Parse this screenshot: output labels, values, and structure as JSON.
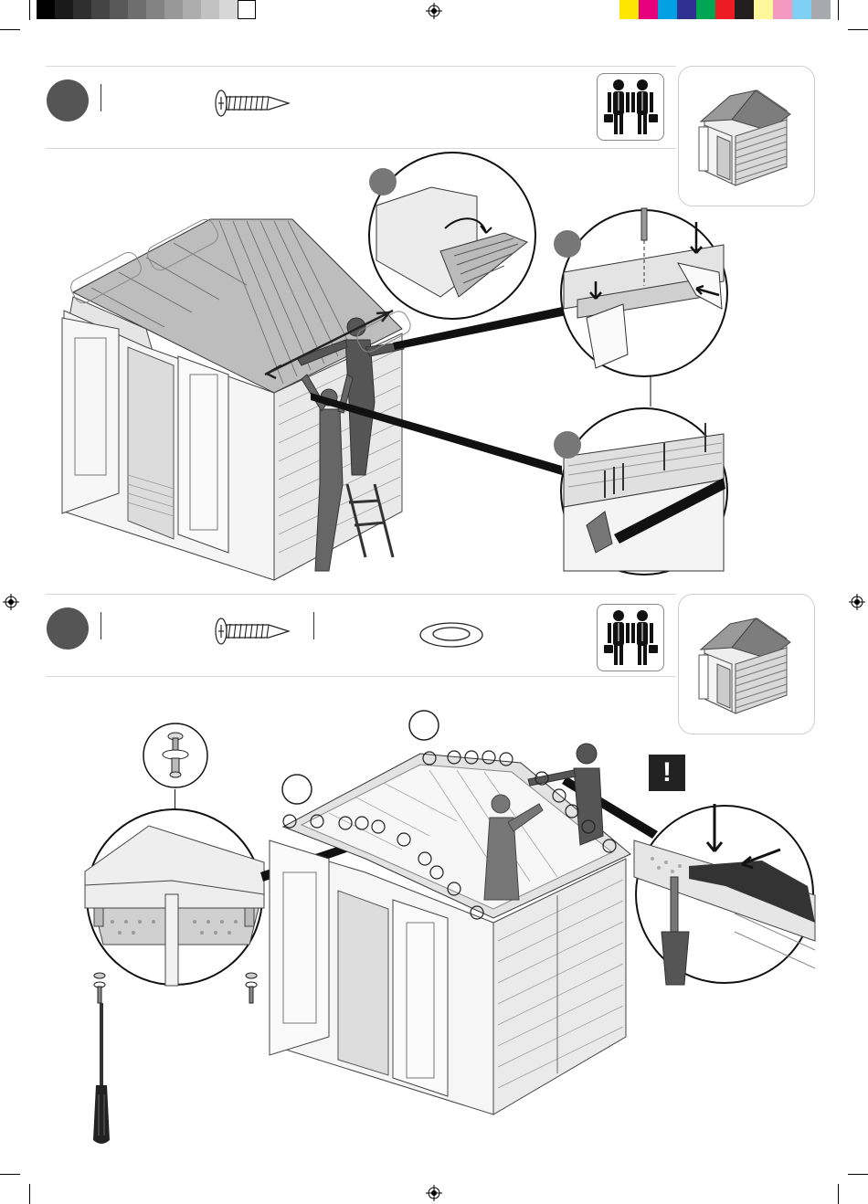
{
  "print_marks": {
    "grayscale_steps": [
      "#000000",
      "#1a1a1a",
      "#2f2f2f",
      "#444444",
      "#595959",
      "#6e6e6e",
      "#838383",
      "#989898",
      "#adadad",
      "#c2c2c2",
      "#d7d7d7",
      "#ffffff"
    ],
    "color_bar": [
      "#ffe600",
      "#e6007e",
      "#00a0e3",
      "#2e3192",
      "#00a651",
      "#ed1c24",
      "#231f20",
      "#fff799",
      "#f49ac1",
      "#7fd0f2",
      "#a7a9ac"
    ]
  },
  "steps": [
    {
      "parts_icons": [
        "screw-icon"
      ],
      "people_icon": "two-people-icon",
      "thumbnail_icon": "shed-thumbnail-icon",
      "detail_callouts": [
        "vent-flap-detail",
        "screw-insert-detail",
        "gable-trim-detail"
      ]
    },
    {
      "parts_icons": [
        "screw-icon",
        "washer-icon"
      ],
      "people_icon": "two-people-icon",
      "thumbnail_icon": "shed-thumbnail-icon",
      "warning_symbol": "!",
      "detail_callouts": [
        "screw-washer-detail",
        "ridge-connection-detail",
        "roof-press-detail"
      ]
    }
  ]
}
